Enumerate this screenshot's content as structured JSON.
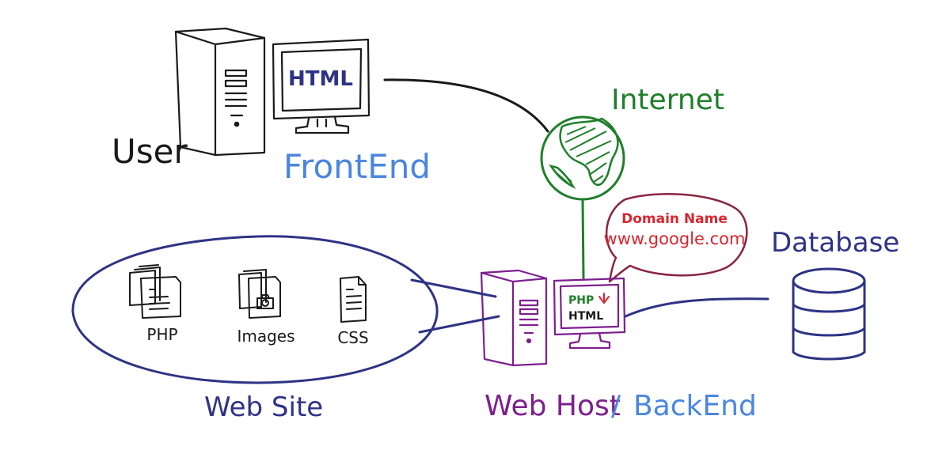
{
  "colors": {
    "black": "#1a1a1a",
    "blue": "#4a86e0",
    "navy": "#2e3385",
    "green": "#1f7f2a",
    "red": "#d8262f",
    "purple": "#7d1f8e",
    "bubble": "#8a2540"
  },
  "labels": {
    "user": "User",
    "frontend": "FrontEnd",
    "html": "HTML",
    "internet": "Internet",
    "domain_title": "Domain Name",
    "domain_url": "www.google.com",
    "database": "Database",
    "web_host": "Web Host",
    "slash": "/",
    "backend": "BackEnd",
    "web_site": "Web Site",
    "php": "PHP",
    "images": "Images",
    "css": "CSS",
    "server_php": "PHP",
    "server_html": "HTML"
  }
}
